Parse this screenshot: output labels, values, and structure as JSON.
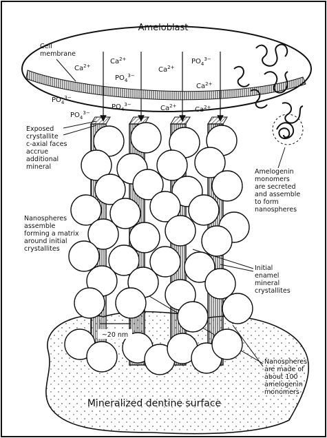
{
  "labels": {
    "ameloblast": "Ameloblast",
    "cell_membrane": [
      "Cell",
      "membrane"
    ],
    "exposed_faces": [
      "Exposed",
      "crystallite",
      "c-axial faces",
      "accrue",
      "additional",
      "mineral"
    ],
    "amelogenin_monomers": [
      "Amelogenin",
      "monomers",
      "are secreted",
      "and assemble",
      "to form",
      "nanospheres"
    ],
    "nanospheres_assemble": [
      "Nanospheres",
      "assemble",
      "forming a matrix",
      "around initial",
      "crystallites"
    ],
    "initial_crystallites": [
      "Initial",
      "enamel",
      "mineral",
      "crystallites"
    ],
    "nanospheres_made_of": [
      "Nanospheres",
      "are made of",
      "about 100",
      "amelogenin",
      "monomers"
    ],
    "scale": "~20 nm",
    "dentine": "Mineralized dentine surface"
  },
  "ions": [
    {
      "base": "Ca",
      "sup": "2+"
    },
    {
      "base": "Ca",
      "sup": "2+"
    },
    {
      "base": "Ca",
      "sup": "2+"
    },
    {
      "base": "PO",
      "sub": "4",
      "sup": "3−"
    },
    {
      "base": "PO",
      "sub": "4",
      "sup": "3−"
    },
    {
      "base": "Ca",
      "sup": "2+"
    },
    {
      "base": "PO",
      "sub": "4",
      "sup": "3−"
    },
    {
      "base": "PO",
      "sub": "4",
      "sup": "3−"
    },
    {
      "base": "PO",
      "sub": "4",
      "sup": "3−"
    },
    {
      "base": "Ca",
      "sup": "2+"
    },
    {
      "base": "Ca",
      "sup": "2+"
    }
  ]
}
